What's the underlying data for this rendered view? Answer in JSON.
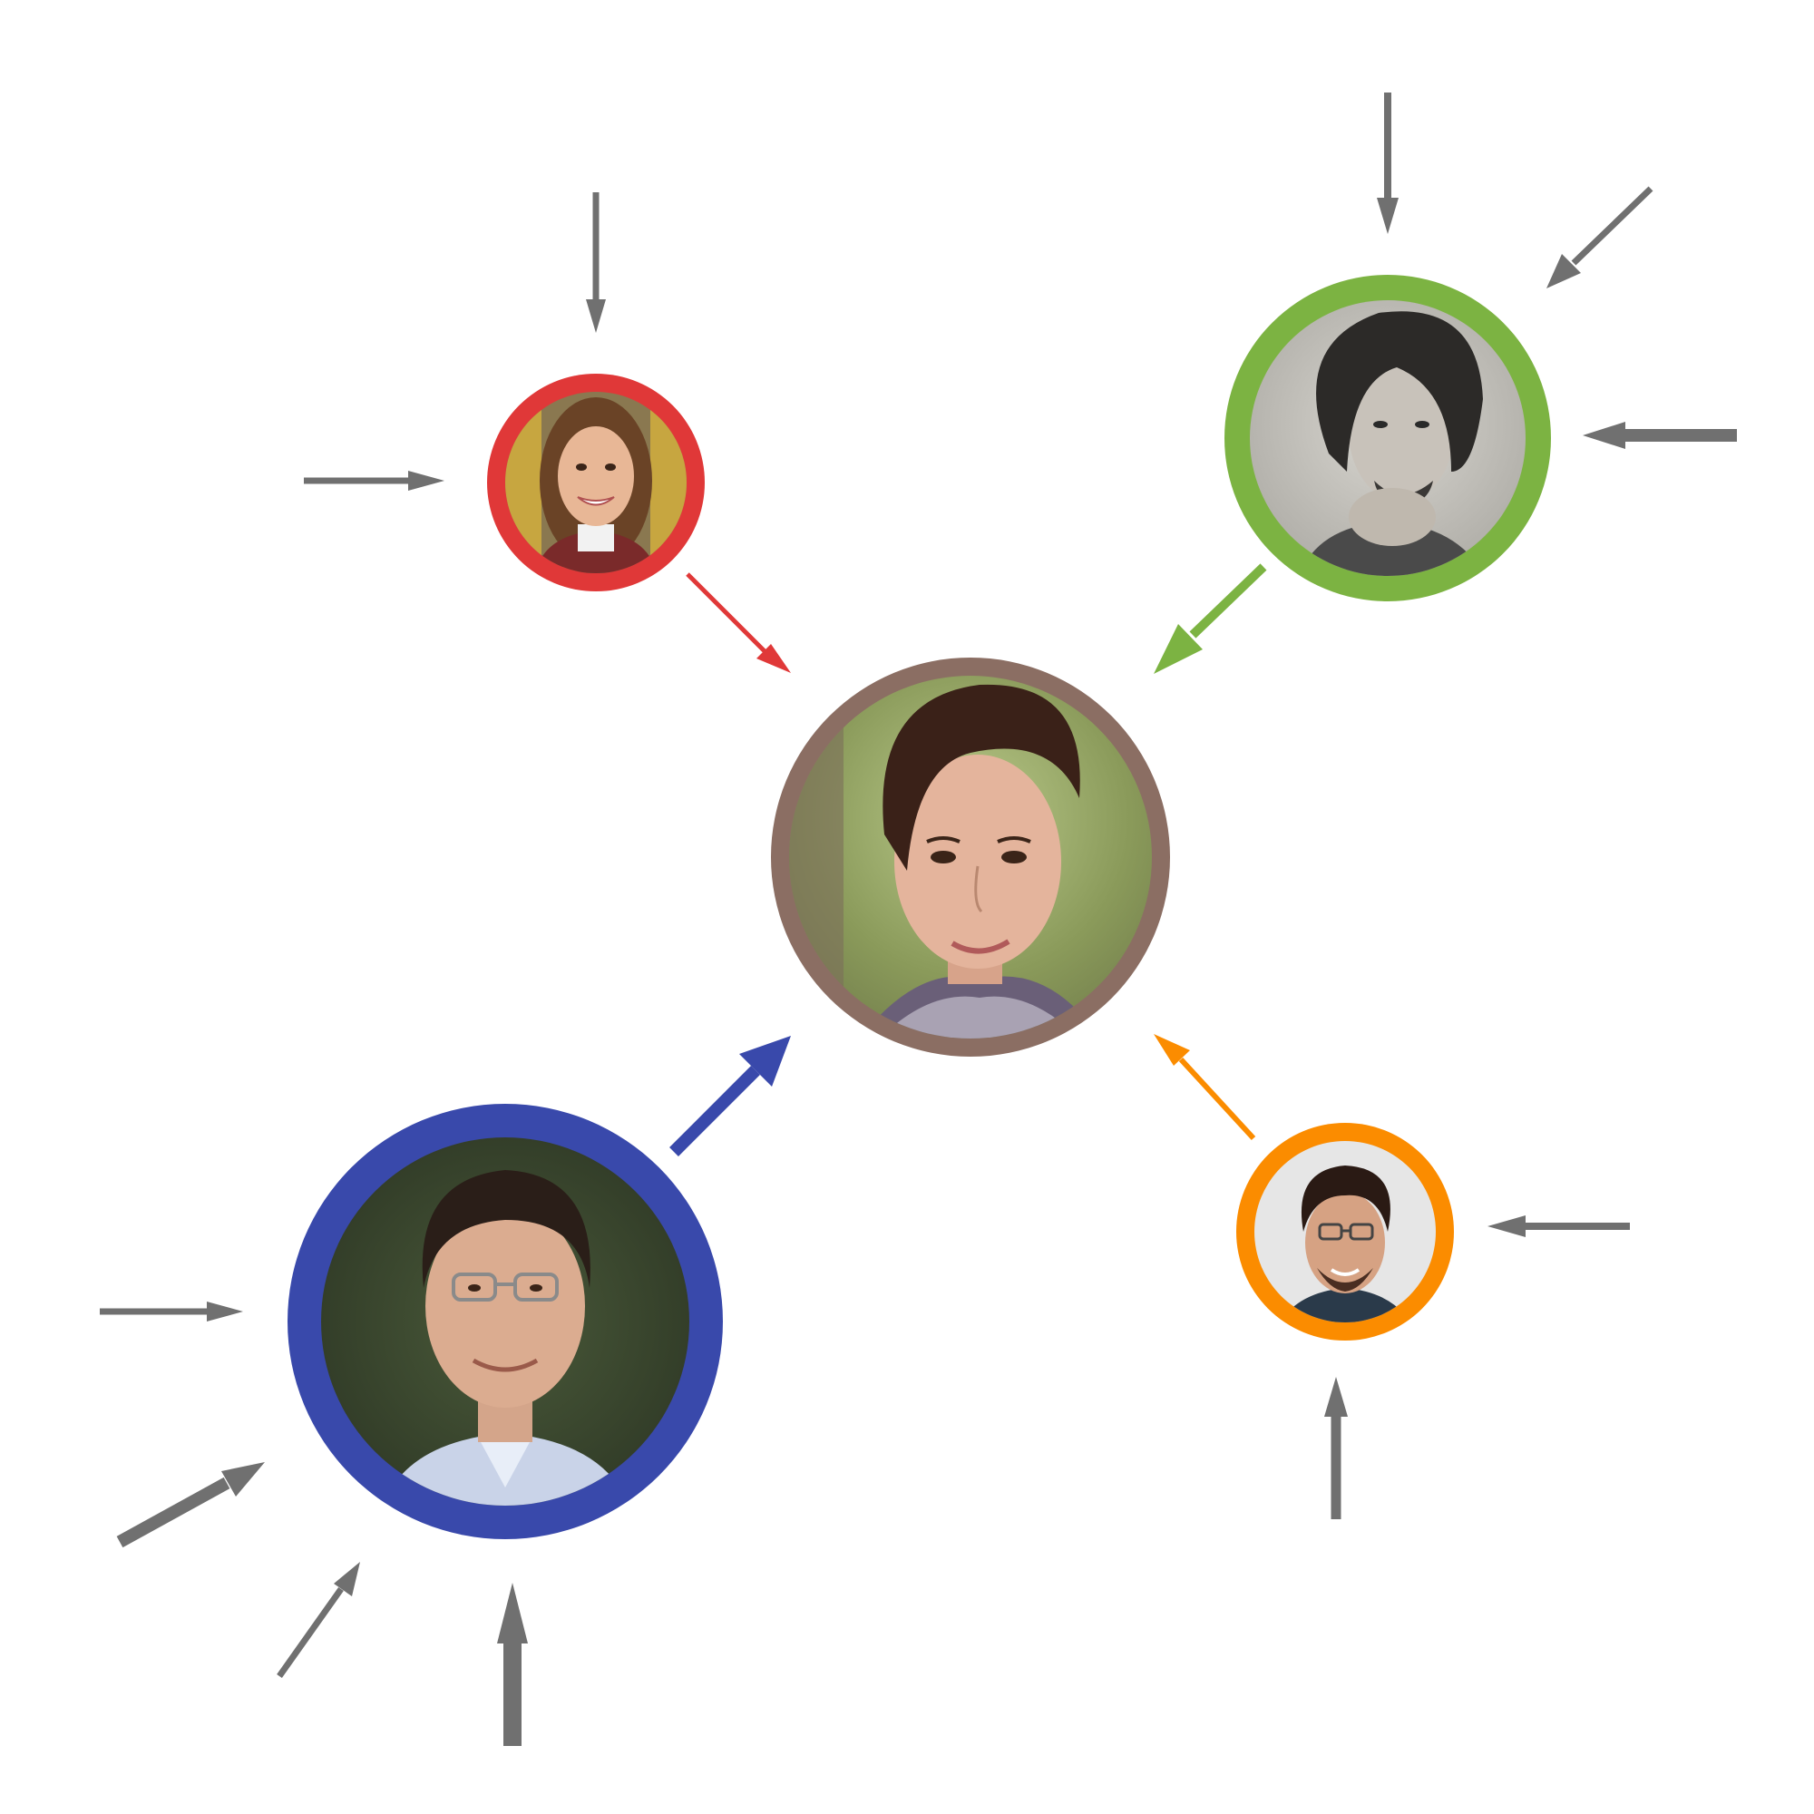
{
  "diagram": {
    "type": "influence-network",
    "background": "#ffffff",
    "external_arrow_color": "#707070",
    "nodes": [
      {
        "id": "center",
        "role": "central-person",
        "ring_color": "#8b6e63",
        "photo": "woman-short-dark-hair-portrait"
      },
      {
        "id": "red",
        "role": "contributor",
        "ring_color": "#e03838",
        "photo": "smiling-woman-long-brown-hair-portrait"
      },
      {
        "id": "green",
        "role": "contributor",
        "ring_color": "#7cb342",
        "photo": "man-curly-hair-black-and-white-portrait"
      },
      {
        "id": "blue",
        "role": "contributor",
        "ring_color": "#3949ab",
        "photo": "man-with-glasses-portrait"
      },
      {
        "id": "orange",
        "role": "contributor",
        "ring_color": "#fb8c00",
        "photo": "man-curly-hair-glasses-portrait"
      }
    ],
    "links": [
      {
        "from": "red",
        "to": "center",
        "color": "#e03838",
        "weight": "thin"
      },
      {
        "from": "green",
        "to": "center",
        "color": "#7cb342",
        "weight": "medium"
      },
      {
        "from": "blue",
        "to": "center",
        "color": "#3949ab",
        "weight": "thick"
      },
      {
        "from": "orange",
        "to": "center",
        "color": "#fb8c00",
        "weight": "thin"
      }
    ],
    "external_inputs": {
      "red": 2,
      "green": 3,
      "blue": 4,
      "orange": 2
    }
  }
}
